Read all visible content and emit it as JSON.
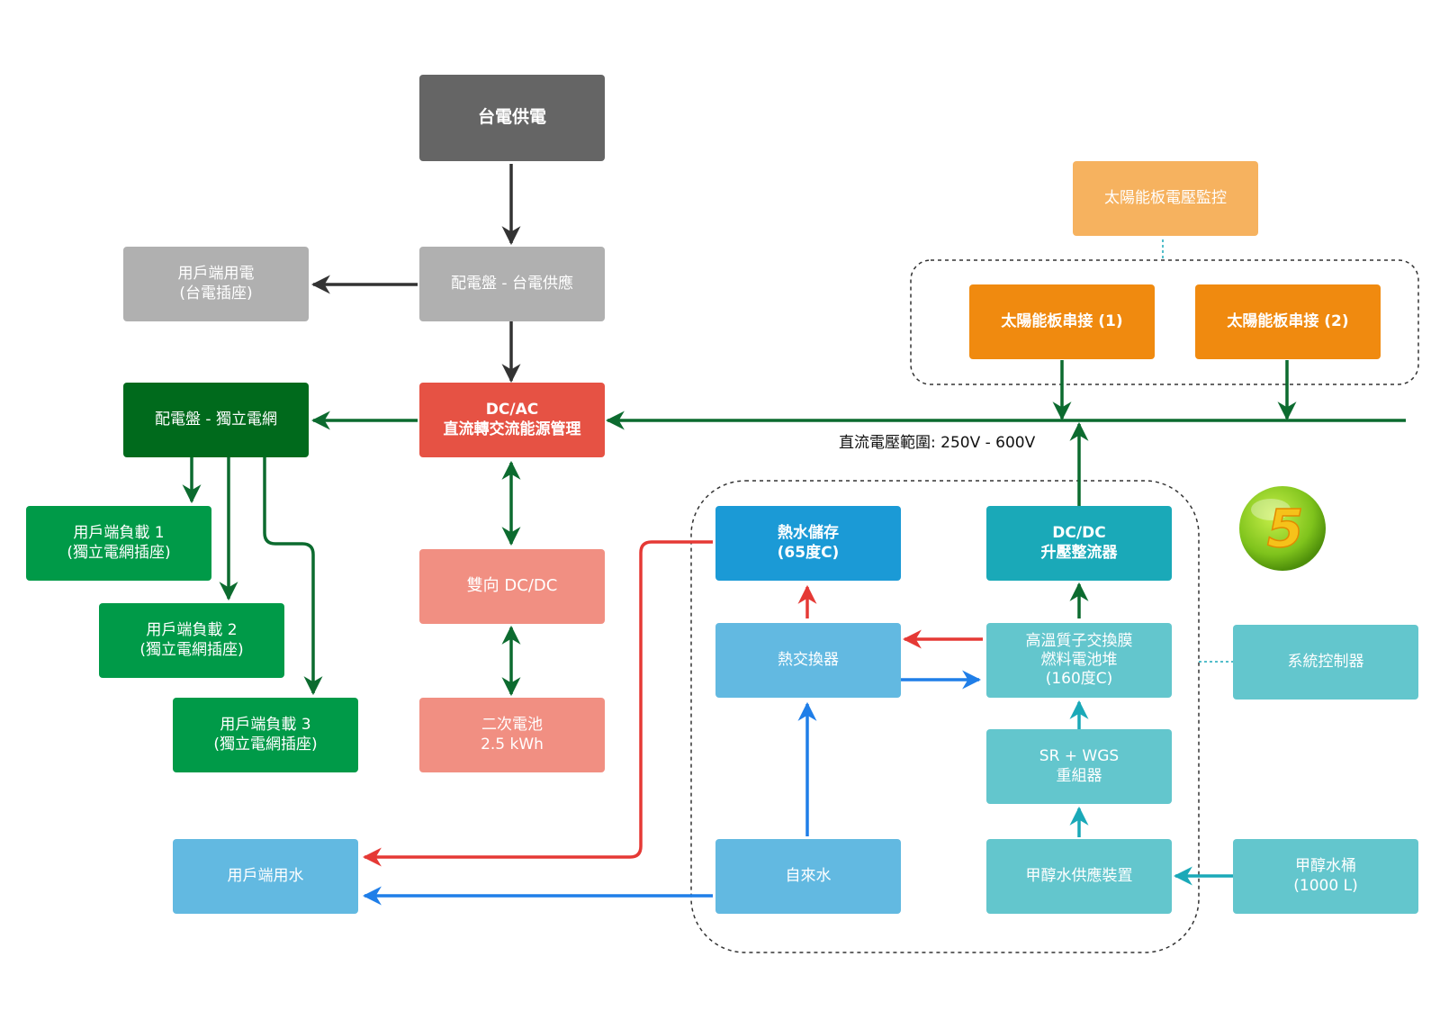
{
  "colors": {
    "dark_gray": "#656565",
    "light_gray": "#b0b0b0",
    "dark_green": "#006a1c",
    "green": "#009a48",
    "red": "#e65244",
    "salmon": "#f18f82",
    "light_orange": "#f6b25f",
    "orange": "#f08a0f",
    "blue": "#1b9ad6",
    "light_blue": "#62b9e1",
    "teal": "#1aa9b8",
    "light_teal": "#63c6cd",
    "arrow_dark": "#333333",
    "arrow_green": "#0c6b2f",
    "arrow_red": "#e53935",
    "arrow_blue": "#1f7ee8",
    "arrow_teal": "#1aa9b8"
  },
  "boxes": {
    "taipower_supply": "台電供電",
    "panel_taipower": "配電盤 - 台電供應",
    "user_power": "用戶端用電\n(台電插座)",
    "dcac": "DC/AC\n直流轉交流能源管理",
    "panel_island": "配電盤 - 獨立電網",
    "load1": "用戶端負載 1\n(獨立電網插座)",
    "load2": "用戶端負載 2\n(獨立電網插座)",
    "load3": "用戶端負載 3\n(獨立電網插座)",
    "bidir_dcdc": "雙向 DC/DC",
    "battery": "二次電池\n2.5 kWh",
    "user_water": "用戶端用水",
    "solar_monitor": "太陽能板電壓監控",
    "solar1": "太陽能板串接 (1)",
    "solar2": "太陽能板串接 (2)",
    "hot_water": "熱水儲存\n(65度C)",
    "dcdc_boost": "DC/DC\n升壓整流器",
    "heat_exchanger": "熱交換器",
    "fuel_cell": "高溫質子交換膜\n燃料電池堆\n(160度C)",
    "system_controller": "系統控制器",
    "reformer": "SR + WGS\n重組器",
    "tap_water": "自來水",
    "methanol_supply": "甲醇水供應裝置",
    "methanol_tank": "甲醇水桶\n(1000 L)"
  },
  "dc_bus_label": "直流電壓範圍: 250V - 600V",
  "logo": {
    "glyph": "5"
  }
}
